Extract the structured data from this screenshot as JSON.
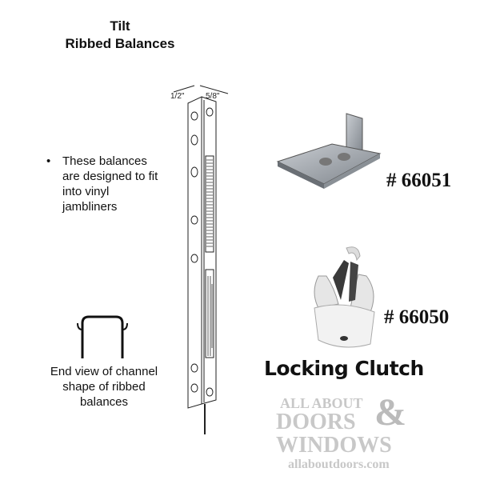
{
  "title": {
    "line1": "Tilt",
    "line2": "Ribbed Balances"
  },
  "dimensions": {
    "left": "1/2\"",
    "right": "5/8\""
  },
  "bullet": {
    "symbol": "•",
    "text": "These balances are designed to fit into vinyl jambliners"
  },
  "end_view": {
    "caption": "End view of channel shape of ribbed balances"
  },
  "parts": [
    {
      "number": "# 66051"
    },
    {
      "number": "# 66050",
      "name": "Locking Clutch"
    }
  ],
  "watermark": {
    "line1": "ALL ABOUT",
    "line2": "DOORS",
    "amp": "&",
    "line3": "WINDOWS",
    "url": "allaboutdoors.com"
  }
}
